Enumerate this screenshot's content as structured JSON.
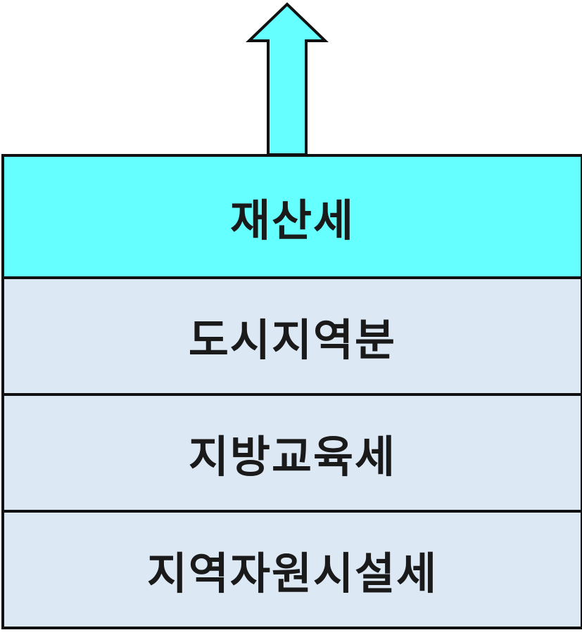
{
  "colors": {
    "highlight": "#66ffff",
    "base": "#dde8f5",
    "stroke": "#111111"
  },
  "arrow": {
    "direction": "up",
    "icon": "up-arrow-icon"
  },
  "layers": [
    {
      "label": "재산세",
      "highlighted": true
    },
    {
      "label": "도시지역분",
      "highlighted": false
    },
    {
      "label": "지방교육세",
      "highlighted": false
    },
    {
      "label": "지역자원시설세",
      "highlighted": false
    }
  ]
}
